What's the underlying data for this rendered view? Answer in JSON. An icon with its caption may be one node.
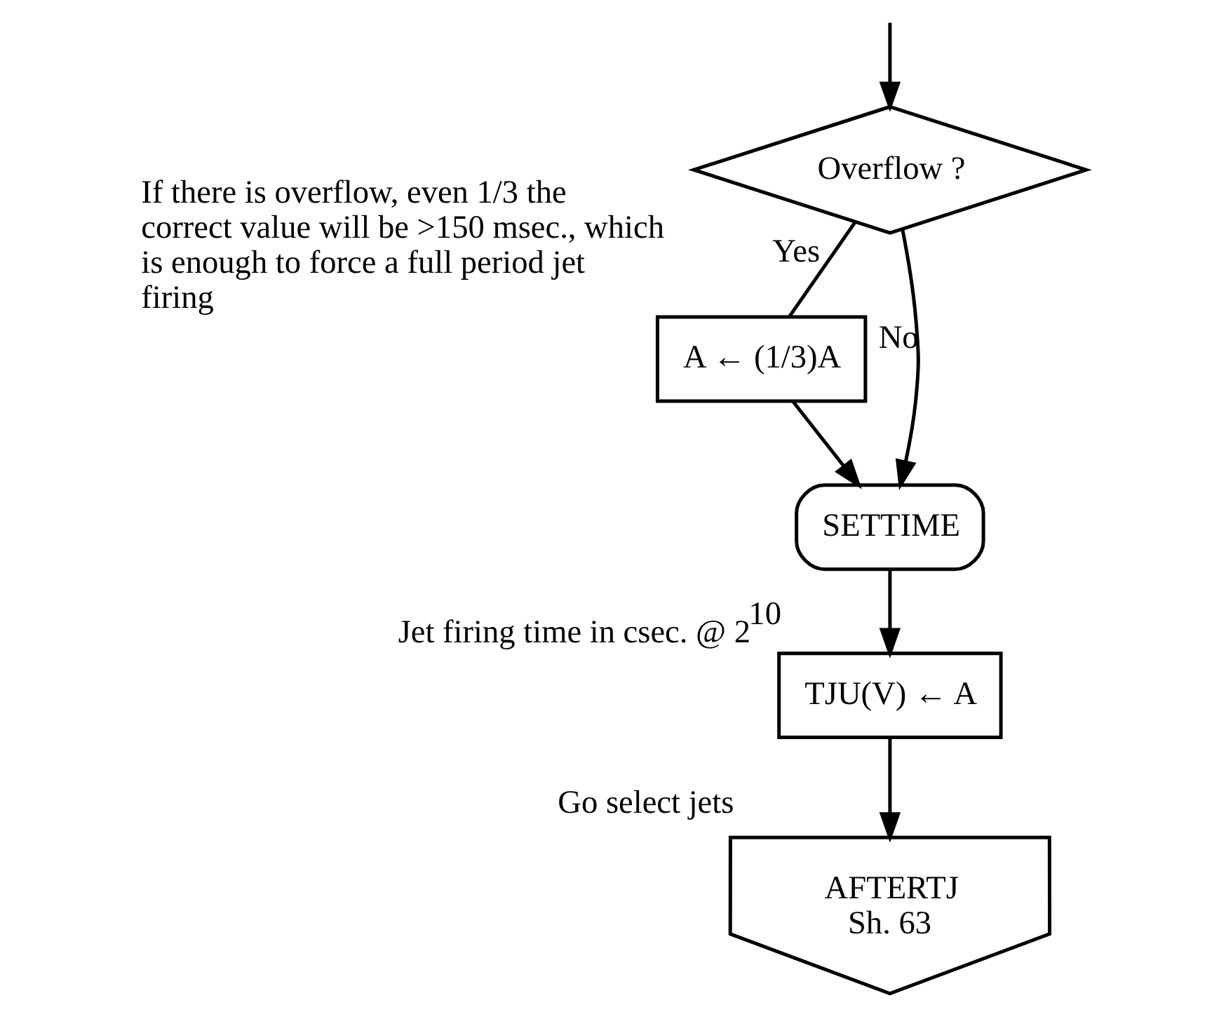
{
  "diagram": {
    "nodes": [
      {
        "text": [
          "Overflow ?"
        ]
      },
      {
        "text": [
          "A ← (1/3)A"
        ],
        "beside": [
          "If there is overflow, even 1/3 the correct value will be >150 msec., which is enough to force a full period jet firing"
        ]
      },
      {
        "text": [
          "SETTIME"
        ]
      },
      {
        "text": [
          "TJU(V) ← A"
        ],
        "beside": [
          "Jet firing time in csec. @ 2$^{10}$"
        ]
      },
      {
        "text": [
          "AFTERTJ",
          "Sh. 63"
        ],
        "beside": [
          "Go select jets"
        ]
      }
    ],
    "edges": [
      {
        "from": null,
        "to": 0,
        "arrow": "to"
      },
      {
        "from": 0,
        "to": 1,
        "label": "Yes",
        "arrow": "none"
      },
      {
        "from": 1,
        "to": 2,
        "arrow": "to"
      },
      {
        "from": 0,
        "to": 2,
        "label": "No",
        "arrow": "to"
      },
      {
        "from": 2,
        "to": 3,
        "arrow": "to"
      },
      {
        "from": 3,
        "to": 4,
        "arrow": "to"
      }
    ]
  }
}
